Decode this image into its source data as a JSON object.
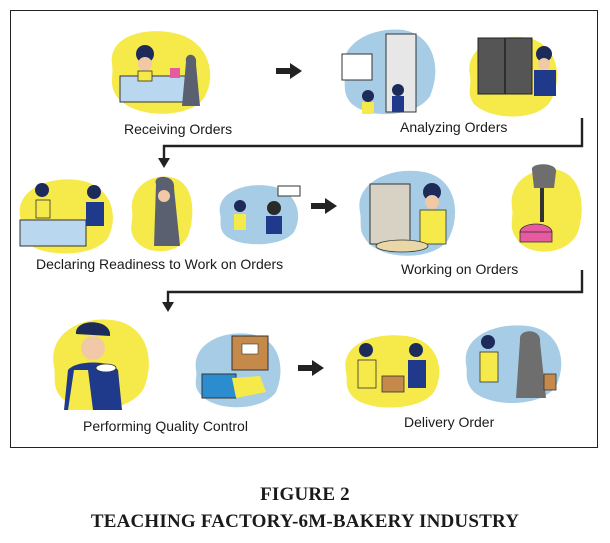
{
  "steps": [
    {
      "label": "Receiving Orders"
    },
    {
      "label": "Analyzing Orders"
    },
    {
      "label": "Declaring Readiness to Work on Orders"
    },
    {
      "label": "Working on Orders"
    },
    {
      "label": "Performing Quality Control"
    },
    {
      "label": "Delivery Order"
    }
  ],
  "figure": {
    "number": "FIGURE 2",
    "title": "TEACHING FACTORY-6M-BAKERY INDUSTRY"
  },
  "colors": {
    "blob": "#f6e94a",
    "uniform": "#1f3a8a",
    "hat": "#1d2b5a",
    "skin": "#f2c9a6",
    "arrow": "#222222"
  },
  "icons": [
    "right-arrow-icon",
    "elbow-arrow-icon",
    "chef-hat-icon",
    "package-box-icon",
    "laptop-icon",
    "cake-icon"
  ]
}
